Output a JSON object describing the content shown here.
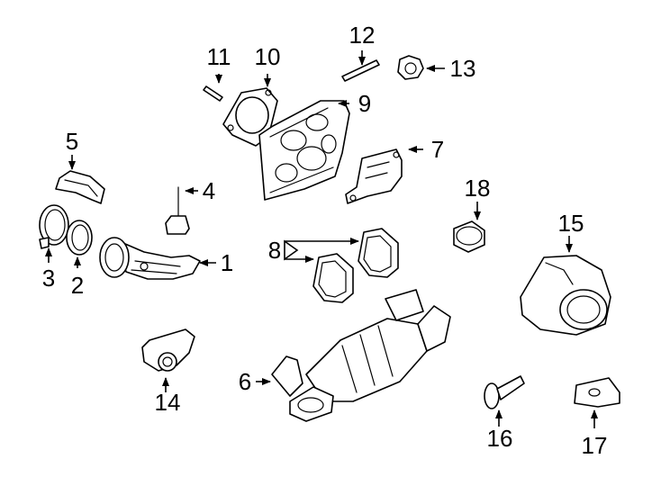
{
  "callouts": [
    {
      "id": "1",
      "text": "1"
    },
    {
      "id": "2",
      "text": "2"
    },
    {
      "id": "3",
      "text": "3"
    },
    {
      "id": "4",
      "text": "4"
    },
    {
      "id": "5",
      "text": "5"
    },
    {
      "id": "6",
      "text": "6"
    },
    {
      "id": "7",
      "text": "7"
    },
    {
      "id": "8",
      "text": "8"
    },
    {
      "id": "9",
      "text": "9"
    },
    {
      "id": "10",
      "text": "10"
    },
    {
      "id": "11",
      "text": "11"
    },
    {
      "id": "12",
      "text": "12"
    },
    {
      "id": "13",
      "text": "13"
    },
    {
      "id": "14",
      "text": "14"
    },
    {
      "id": "15",
      "text": "15"
    },
    {
      "id": "16",
      "text": "16"
    },
    {
      "id": "17",
      "text": "17"
    },
    {
      "id": "18",
      "text": "18"
    }
  ],
  "colors": {
    "line": "#000000",
    "background": "#ffffff"
  }
}
